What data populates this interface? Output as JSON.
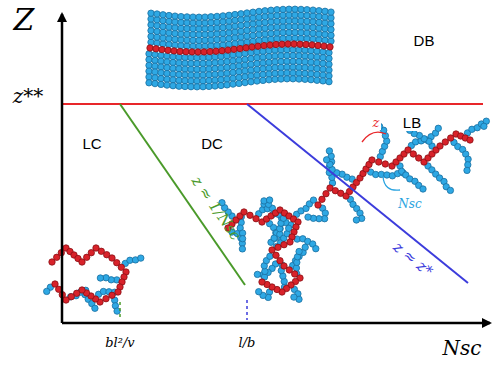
{
  "diagram": {
    "labels": [
      "Z",
      "z**",
      "DB",
      "LC",
      "DC",
      "LB",
      "z",
      "Nsc",
      "z ≈ 1/Nsc",
      "z ≈ z*",
      "bl²/v",
      "l/b",
      "Nsc"
    ]
  }
}
